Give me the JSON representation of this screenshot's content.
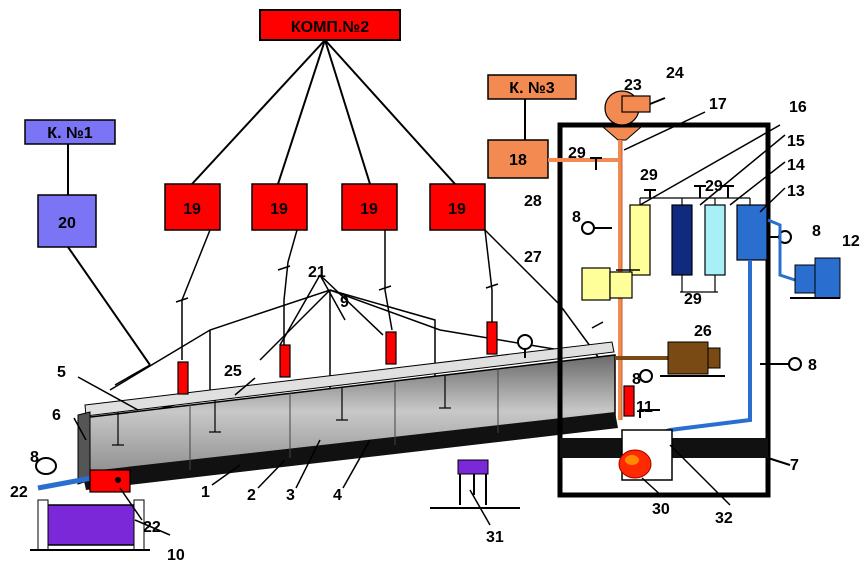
{
  "boxes": {
    "comp2": "КОМП.№2",
    "k1": "К. №1",
    "k3": "К. №3",
    "b20": "20",
    "b18": "18",
    "b19": "19"
  },
  "callouts": {
    "n1": "1",
    "n2": "2",
    "n3": "3",
    "n4": "4",
    "n5": "5",
    "n6": "6",
    "n7": "7",
    "n8": "8",
    "n9": "9",
    "n10": "10",
    "n11": "11",
    "n12": "12",
    "n13": "13",
    "n14": "14",
    "n15": "15",
    "n16": "16",
    "n17": "17",
    "n21": "21",
    "n22": "22",
    "n23": "23",
    "n24": "24",
    "n25": "25",
    "n26": "26",
    "n27": "27",
    "n28": "28",
    "n29": "29",
    "n30": "30",
    "n31": "31",
    "n32": "32"
  },
  "colors": {
    "comp_red": "#ff0000",
    "k1_blue": "#7b74f5",
    "k3_orange": "#f28a52",
    "drum_gray": "#a8a8a8",
    "motor_purple": "#7a28d8",
    "pipe_blue": "#2a6fd0",
    "brown": "#7a4a14"
  }
}
